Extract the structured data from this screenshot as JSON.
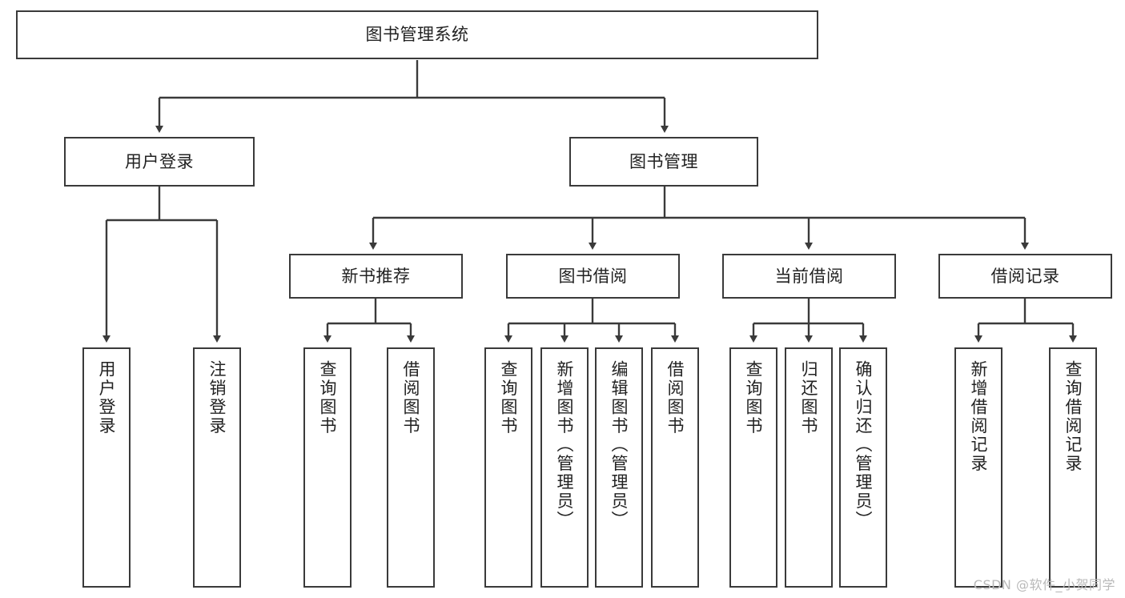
{
  "diagram": {
    "title_node": {
      "label": "图书管理系统"
    },
    "level1": [
      {
        "id": "user-login",
        "label": "用户登录"
      },
      {
        "id": "book-management",
        "label": "图书管理"
      }
    ],
    "level2": [
      {
        "id": "new-book-recommend",
        "label": "新书推荐"
      },
      {
        "id": "book-borrow",
        "label": "图书借阅"
      },
      {
        "id": "current-borrow",
        "label": "当前借阅"
      },
      {
        "id": "borrow-record",
        "label": "借阅记录"
      }
    ],
    "leaves": [
      {
        "id": "leaf-user-login",
        "label": "用户登录",
        "parent": "user-login"
      },
      {
        "id": "leaf-logout-login",
        "label": "注销登录",
        "parent": "user-login"
      },
      {
        "id": "leaf-query-book-1",
        "label": "查询图书",
        "parent": "new-book-recommend"
      },
      {
        "id": "leaf-borrow-book-1",
        "label": "借阅图书",
        "parent": "new-book-recommend"
      },
      {
        "id": "leaf-query-book-2",
        "label": "查询图书",
        "parent": "book-borrow"
      },
      {
        "id": "leaf-add-book",
        "label": "新增图书（管理员）",
        "parent": "book-borrow"
      },
      {
        "id": "leaf-edit-book",
        "label": "编辑图书（管理员）",
        "parent": "book-borrow"
      },
      {
        "id": "leaf-borrow-book-2",
        "label": "借阅图书",
        "parent": "book-borrow"
      },
      {
        "id": "leaf-query-book-3",
        "label": "查询图书",
        "parent": "current-borrow"
      },
      {
        "id": "leaf-return-book",
        "label": "归还图书",
        "parent": "current-borrow"
      },
      {
        "id": "leaf-confirm-return",
        "label": "确认归还（管理员）",
        "parent": "current-borrow"
      },
      {
        "id": "leaf-add-record",
        "label": "新增借阅记录",
        "parent": "borrow-record"
      },
      {
        "id": "leaf-query-record",
        "label": "查询借阅记录",
        "parent": "borrow-record"
      }
    ],
    "watermark": "CSDN @软件_小贺同学",
    "colors": {
      "stroke": "#3a3a3a",
      "fill": "#ffffff",
      "text": "#222222",
      "watermark": "#b9b9b9"
    }
  }
}
